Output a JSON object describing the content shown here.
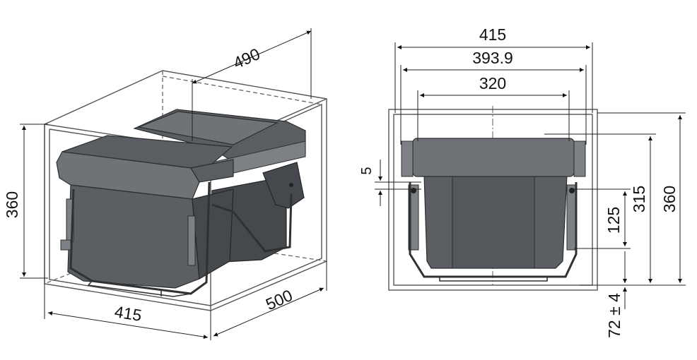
{
  "dimensions": {
    "left_view": {
      "depth_top": "490",
      "height": "360",
      "width": "415",
      "depth_bottom": "500"
    },
    "right_view": {
      "outer_width": "415",
      "mid_width": "393.9",
      "inner_width": "320",
      "offset": "5",
      "rail_height": "125",
      "bin_height": "315",
      "total_height": "360",
      "bottom_clearance": "72 ± 4"
    }
  },
  "colors": {
    "bin_body": "#5b5e62",
    "bin_lid": "#6f7276",
    "frame": "#2f3133",
    "cabinet_outline": "#555555"
  }
}
